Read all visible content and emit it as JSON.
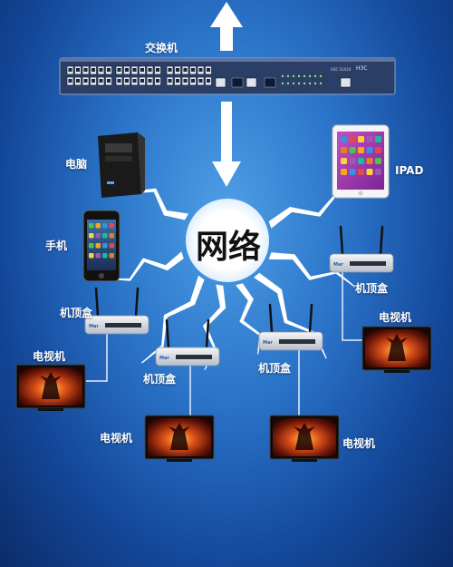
{
  "center": {
    "label": "网络"
  },
  "switch": {
    "label": "交换机",
    "brand": "H3C",
    "model": "H3C S1024"
  },
  "computer": {
    "label": "电脑"
  },
  "phone": {
    "label": "手机"
  },
  "ipad": {
    "label": "IPAD"
  },
  "set_top_boxes": [
    {
      "label": "机顶盒",
      "brand": "Mar"
    },
    {
      "label": "机顶盒",
      "brand": "Mar"
    },
    {
      "label": "机顶盒",
      "brand": "Mar"
    },
    {
      "label": "机顶盒",
      "brand": "Mar"
    }
  ],
  "tvs": [
    {
      "label": "电视机"
    },
    {
      "label": "电视机"
    },
    {
      "label": "电视机"
    },
    {
      "label": "电视机"
    }
  ],
  "colors": {
    "background_top": "#4f9fe6",
    "background_bottom": "#0b2c6a",
    "arrow": "#ffffff",
    "switch_body": "#2b3f66",
    "connector_line": "#e8eef8"
  },
  "icons": [
    "up-arrow-icon",
    "down-arrow-icon",
    "lightning-bolt-icon",
    "network-switch-icon",
    "desktop-computer-icon",
    "smartphone-icon",
    "tablet-icon",
    "set-top-box-icon",
    "television-icon"
  ]
}
